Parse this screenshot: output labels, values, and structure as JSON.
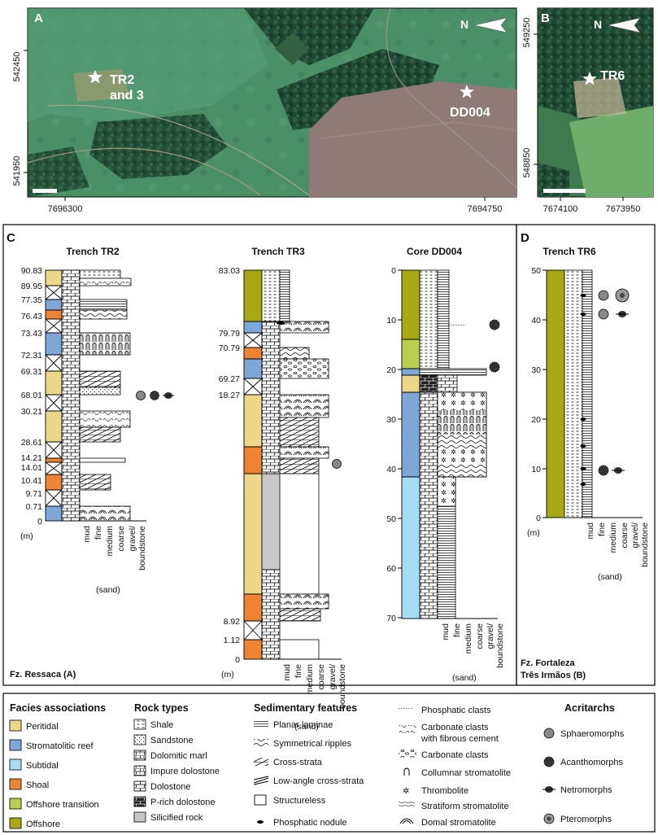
{
  "colors": {
    "peritidal": "#ecd888",
    "stromatolitic_reef": "#7ea7d8",
    "subtidal": "#a6dcf4",
    "shoal": "#ee8433",
    "offshore_transition": "#b9cf4d",
    "offshore": "#a8a814",
    "silicified": "#c8c8c8"
  },
  "panel_a": {
    "letter": "A",
    "north": "N",
    "y_ticks": [
      "542450",
      "541950"
    ],
    "x_ticks": [
      "7696300",
      "7694750"
    ],
    "sites": [
      "TR2",
      "and 3",
      "DD004"
    ]
  },
  "panel_b": {
    "letter": "B",
    "north": "N",
    "y_ticks": [
      "549250",
      "548850"
    ],
    "x_ticks": [
      "7674100",
      "7673950"
    ],
    "sites": [
      "TR6"
    ]
  },
  "panel_c": {
    "letter": "C",
    "tr2": {
      "title": "Trench TR2",
      "labels": [
        "90.83",
        "89.95",
        "77.35",
        "76.43",
        "73.43",
        "72.31",
        "69.31",
        "68.01",
        "30.21",
        "28.61",
        "14.21",
        "14.01",
        "10.41",
        "9.71",
        "0.71",
        "0"
      ]
    },
    "tr3": {
      "title": "Trench TR3",
      "labels": [
        "83.03",
        "79.79",
        "70.79",
        "69.27",
        "18.27",
        "8.92",
        "1.12",
        "0"
      ]
    },
    "dd004": {
      "title": "Core DD004",
      "labels": [
        "0",
        "10",
        "20",
        "30",
        "40",
        "50",
        "60",
        "70"
      ]
    },
    "unit": "(m)",
    "grain": [
      "mud",
      "fine",
      "medium",
      "coarse",
      "gravel/",
      "boundstone"
    ],
    "sand": "(sand)",
    "formation": "Fz. Ressaca (A)"
  },
  "panel_d": {
    "letter": "D",
    "title": "Trench TR6",
    "labels": [
      "50",
      "40",
      "30",
      "20",
      "10",
      "0"
    ],
    "formation_1": "Fz. Fortaleza",
    "formation_2": "Três Irmãos (B)"
  },
  "legend": {
    "facies_title": "Facies associations",
    "facies": [
      "Peritidal",
      "Stromatolitic reef",
      "Subtidal",
      "Shoal",
      "Offshore transition",
      "Offshore"
    ],
    "rock_title": "Rock types",
    "rocks": [
      "Shale",
      "Sandstone",
      "Dolomitic marl",
      "Impure dolostone",
      "Dolostone",
      "P-rich dolostone",
      "Silicified rock"
    ],
    "sed_title": "Sedimentary features",
    "sed": [
      "Planar laminae",
      "Symmetrical ripples",
      "Cross-strata",
      "Low-angle cross-strata",
      "Structureless",
      "Phosphatic nodule"
    ],
    "misc": [
      "Phosphatic clasts",
      "Carbonate clasts",
      "with fibrous cement",
      "Carbonate clasts",
      "Collumnar stromatolite",
      "Thrombolite",
      "Stratiform stromatolite",
      "Domal stromatolite"
    ],
    "acri_title": "Acritarchs",
    "acri": [
      "Sphaeromorphs",
      "Acanthomorphs",
      "Netromorphs",
      "Pteromorphs"
    ]
  }
}
